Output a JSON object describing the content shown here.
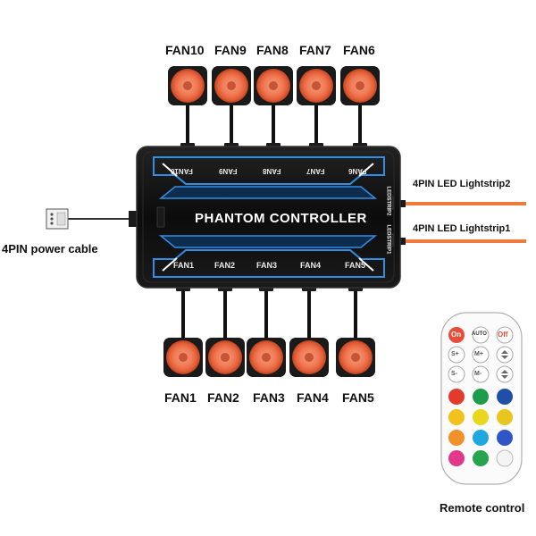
{
  "fans_top": [
    "FAN10",
    "FAN9",
    "FAN8",
    "FAN7",
    "FAN6"
  ],
  "fans_bottom": [
    "FAN1",
    "FAN2",
    "FAN3",
    "FAN4",
    "FAN5"
  ],
  "controller": {
    "title": "PHANTOM CONTROLLER",
    "ports_top": [
      "FAN10",
      "FAN9",
      "FAN8",
      "FAN7",
      "FAN6"
    ],
    "ports_bottom": [
      "FAN1",
      "FAN2",
      "FAN3",
      "FAN4",
      "FAN5"
    ],
    "strip_port_2": "LEDSTRIP2",
    "strip_port_1": "LEDSTRIP1"
  },
  "connections": {
    "lightstrip2": "4PIN LED Lightstrip2",
    "lightstrip1": "4PIN LED Lightstrip1",
    "power": "4PIN power cable"
  },
  "remote": {
    "label": "Remote control",
    "top_buttons": [
      "On",
      "AUTO",
      "Off"
    ],
    "row2": [
      "S+",
      "M+"
    ],
    "row3": [
      "S-",
      "M-"
    ]
  },
  "colors": {
    "fan_glow": "#f07a55",
    "controller_body": "#111111",
    "controller_accent": "#2f8fe6",
    "lightstrip": "#ef7a3c"
  }
}
